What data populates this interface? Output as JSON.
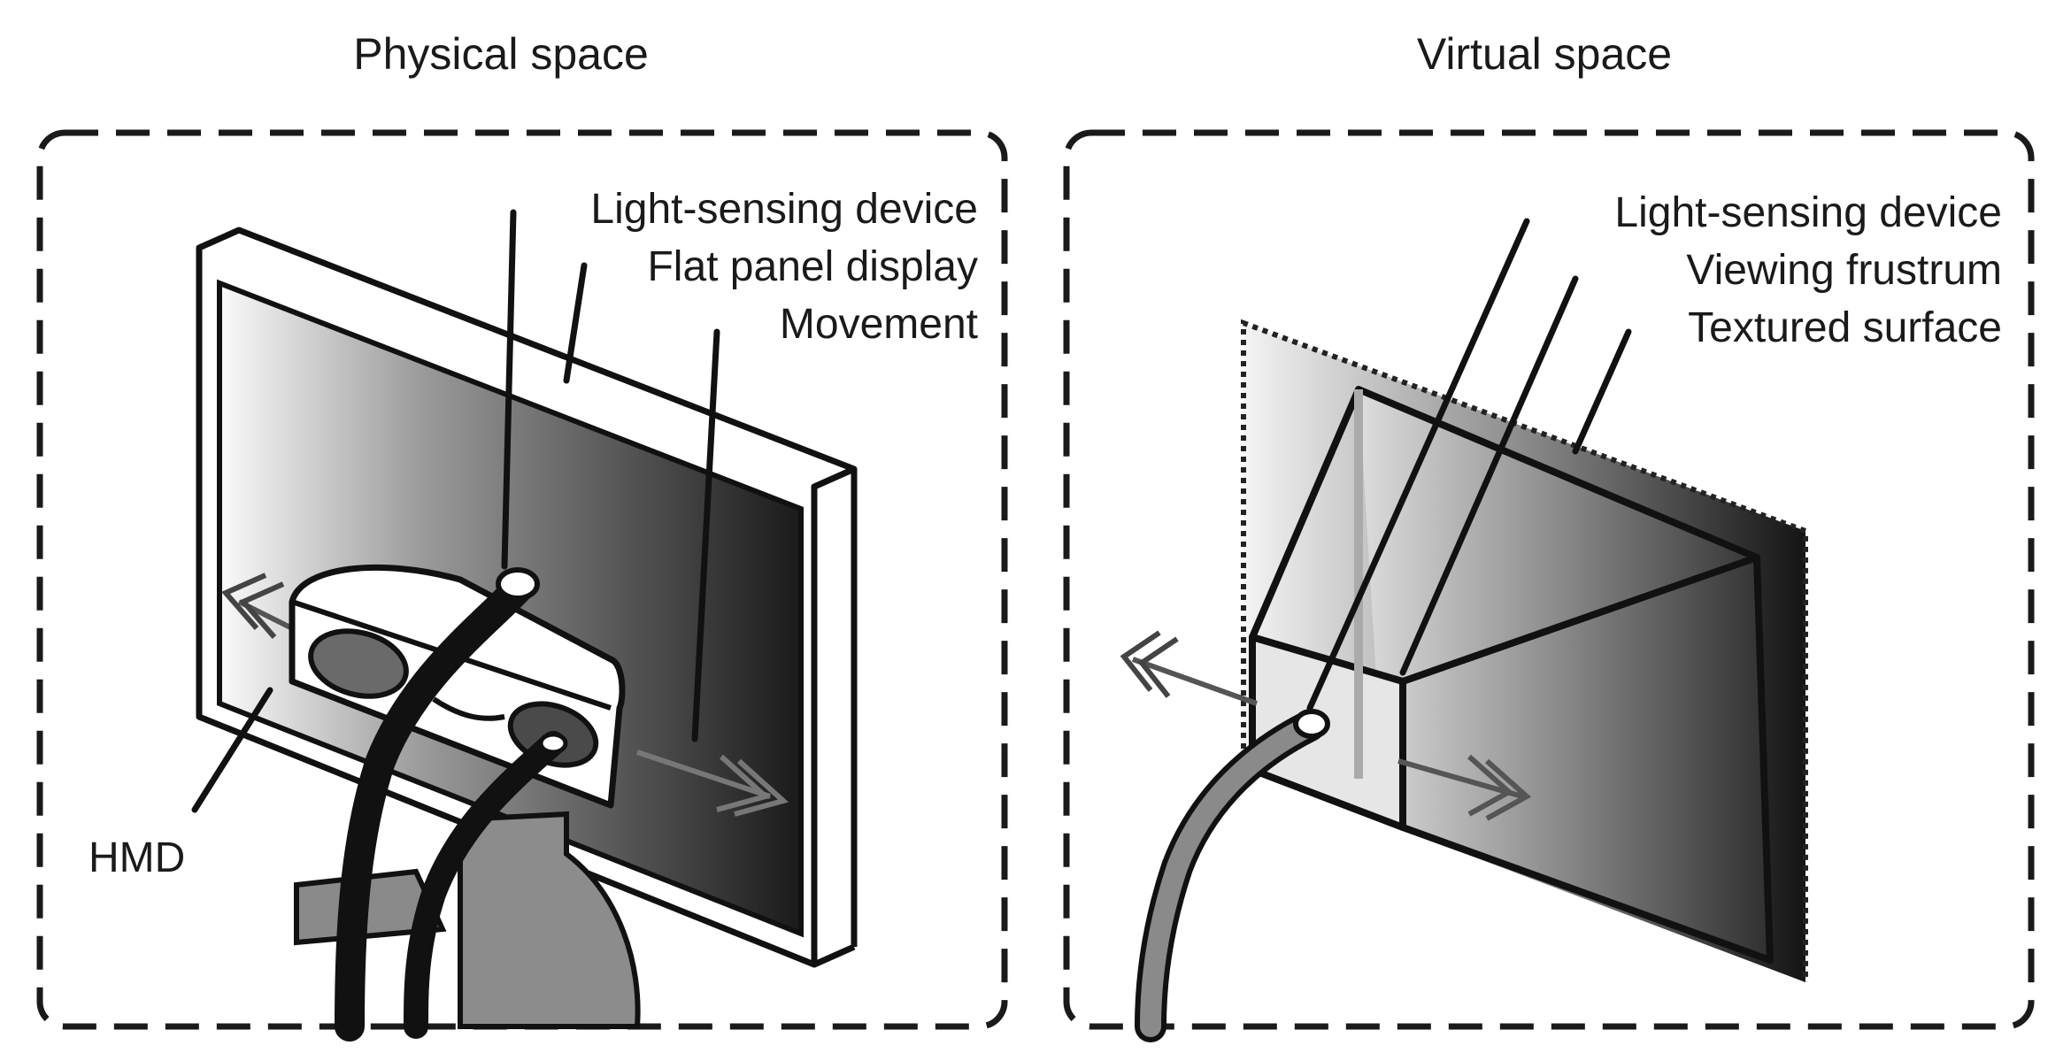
{
  "physical": {
    "title": "Physical space",
    "labels": {
      "light_sensing": "Light-sensing device",
      "flat_panel": "Flat panel display",
      "movement": "Movement",
      "hmd": "HMD"
    }
  },
  "virtual": {
    "title": "Virtual space",
    "labels": {
      "light_sensing": "Light-sensing device",
      "frustum": "Viewing frustrum",
      "textured": "Textured surface"
    }
  }
}
